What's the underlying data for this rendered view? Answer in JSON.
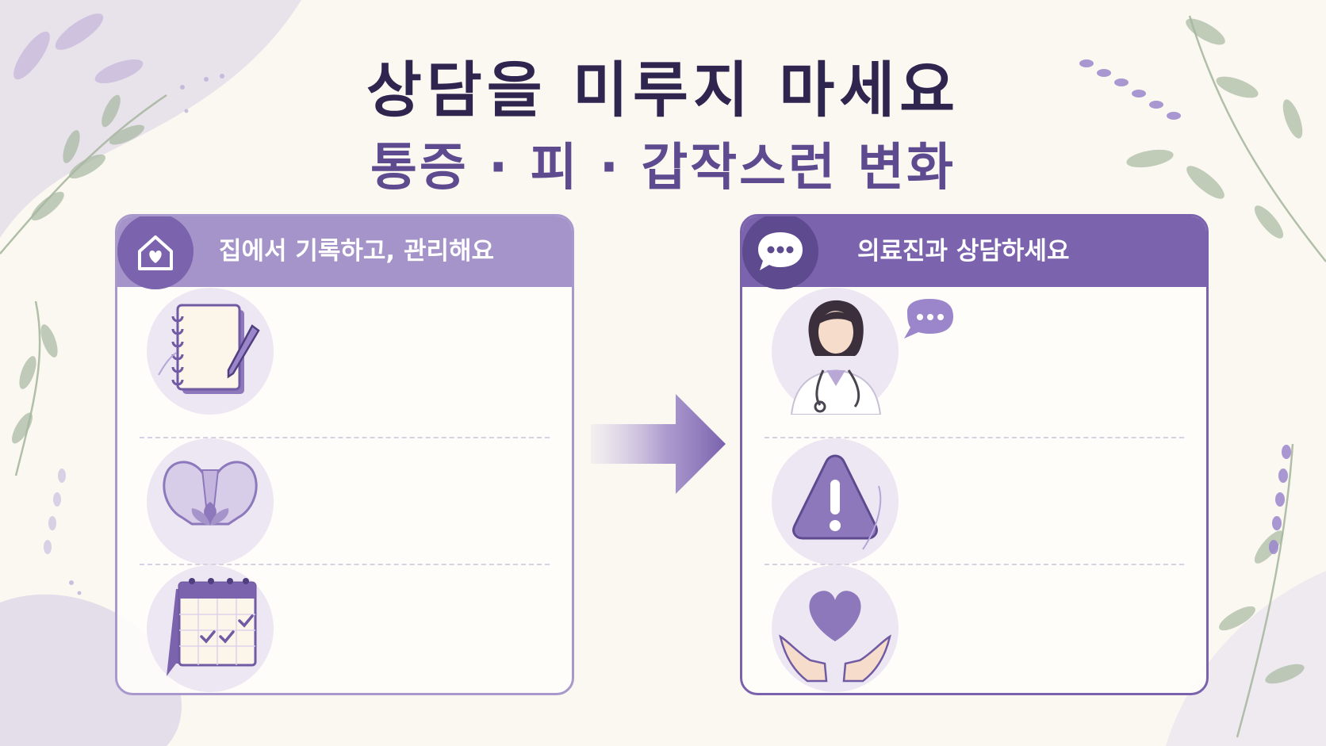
{
  "title": "상담을 미루지 마세요",
  "subtitle": "통증 · 피 · 갑작스런 변화",
  "left_panel": {
    "header": "집에서 기록하고, 관리해요",
    "header_icon": "home-heart-icon",
    "items": [
      {
        "icon": "notebook-pen-icon"
      },
      {
        "icon": "pelvis-lotus-icon"
      },
      {
        "icon": "calendar-check-icon"
      }
    ]
  },
  "right_panel": {
    "header": "의료진과 상담하세요",
    "header_icon": "chat-bubble-icon",
    "items": [
      {
        "icon": "doctor-chat-icon"
      },
      {
        "icon": "warning-icon"
      },
      {
        "icon": "hands-heart-icon"
      }
    ]
  },
  "colors": {
    "background": "#fbf8f2",
    "title": "#2f2650",
    "subtitle": "#5e4a8f",
    "left_header": "#a594c9",
    "right_header": "#7b64ad",
    "icon_circle": "#ece7f2",
    "leaf": "#a3b59c",
    "lavender": "#9b86cc"
  }
}
